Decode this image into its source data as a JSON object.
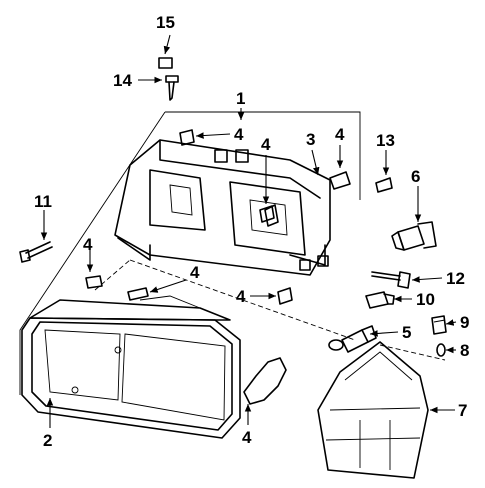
{
  "callouts": {
    "c1": "1",
    "c2": "2",
    "c3": "3",
    "c4a": "4",
    "c4b": "4",
    "c4c": "4",
    "c4d": "4",
    "c4e": "4",
    "c4f": "4",
    "c4g": "4",
    "c5": "5",
    "c6": "6",
    "c7": "7",
    "c8": "8",
    "c9": "9",
    "c10": "10",
    "c11": "11",
    "c12": "12",
    "c13": "13",
    "c14": "14",
    "c15": "15"
  }
}
